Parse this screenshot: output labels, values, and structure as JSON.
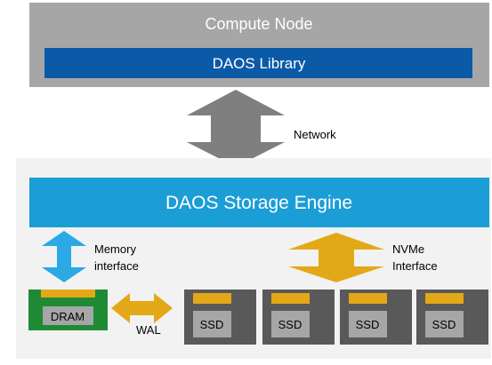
{
  "compute_node": {
    "title": "Compute Node",
    "library_label": "DAOS Library"
  },
  "network": {
    "label": "Network"
  },
  "storage": {
    "engine_label": "DAOS Storage Engine",
    "memory_interface_label": [
      "Memory",
      "interface"
    ],
    "nvme_interface_label": [
      "NVMe",
      "Interface"
    ],
    "dram_label": "DRAM",
    "wal_label": "WAL",
    "ssds": [
      {
        "label": "SSD"
      },
      {
        "label": "SSD"
      },
      {
        "label": "SSD"
      },
      {
        "label": "SSD"
      }
    ]
  },
  "colors": {
    "compute_node_bg": "#a6a6a6",
    "library_bg": "#0b5aa8",
    "network_arrow": "#7f7f7f",
    "storage_bg": "#f2f2f2",
    "engine_bg": "#1b9dd6",
    "memory_arrow": "#2aa9e5",
    "nvme_arrow": "#e3a817",
    "dram_green": "#1f8a34",
    "dram_chip": "#a6a6a6",
    "ssd_body": "#595959",
    "ssd_pins": "#e3a817",
    "ssd_chip": "#a6a6a6"
  }
}
